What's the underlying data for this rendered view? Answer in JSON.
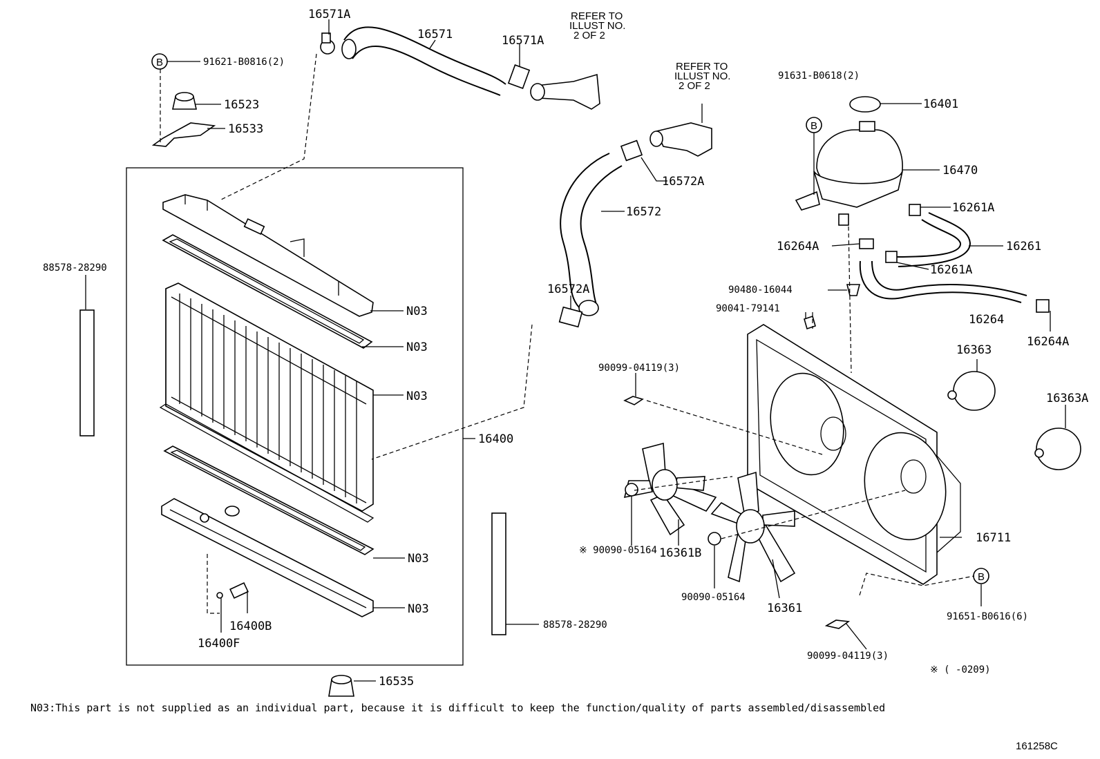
{
  "labels": {
    "p16571A_top": "16571A",
    "p16571": "16571",
    "p16571A_mid": "16571A",
    "bolt_91621": "91621-B0816(2)",
    "p16523": "16523",
    "p16533": "16533",
    "p88578_left": "88578-28290",
    "n03_1": "N03",
    "n03_2": "N03",
    "n03_3": "N03",
    "n03_4": "N03",
    "n03_5": "N03",
    "p16400": "16400",
    "p16400B": "16400B",
    "p16400F": "16400F",
    "p88578_right": "88578-28290",
    "p16535": "16535",
    "p16572A_top": "16572A",
    "p16572": "16572",
    "p16572A_mid": "16572A",
    "bolt_91631": "91631-B0618(2)",
    "p16401": "16401",
    "p16470": "16470",
    "p16261A_top": "16261A",
    "p16261": "16261",
    "p16261A_mid": "16261A",
    "p16264A_left": "16264A",
    "p90480": "90480-16044",
    "p90041": "90041-79141",
    "p16264": "16264",
    "p16264A_right": "16264A",
    "p16363": "16363",
    "p16363A": "16363A",
    "p90099_top": "90099-04119(3)",
    "p90090_left": "※ 90090-05164",
    "p16361B": "16361B",
    "p90090_mid": "90090-05164",
    "p16361": "16361",
    "p16711": "16711",
    "bolt_91651": "91651-B0616(6)",
    "p90099_bottom": "90099-04119(3)",
    "footnote_mark": "※ (      -0209)"
  },
  "refer_1": [
    "REFER TO",
    "ILLUST NO.",
    "2 OF 2"
  ],
  "refer_2": [
    "REFER TO",
    "ILLUST NO.",
    "2 OF 2"
  ],
  "circle_b": "B",
  "note": "N03:This part is not supplied as an individual part, because it is difficult to keep the function/quality of parts assembled/disassembled",
  "illustration_code": "161258C"
}
